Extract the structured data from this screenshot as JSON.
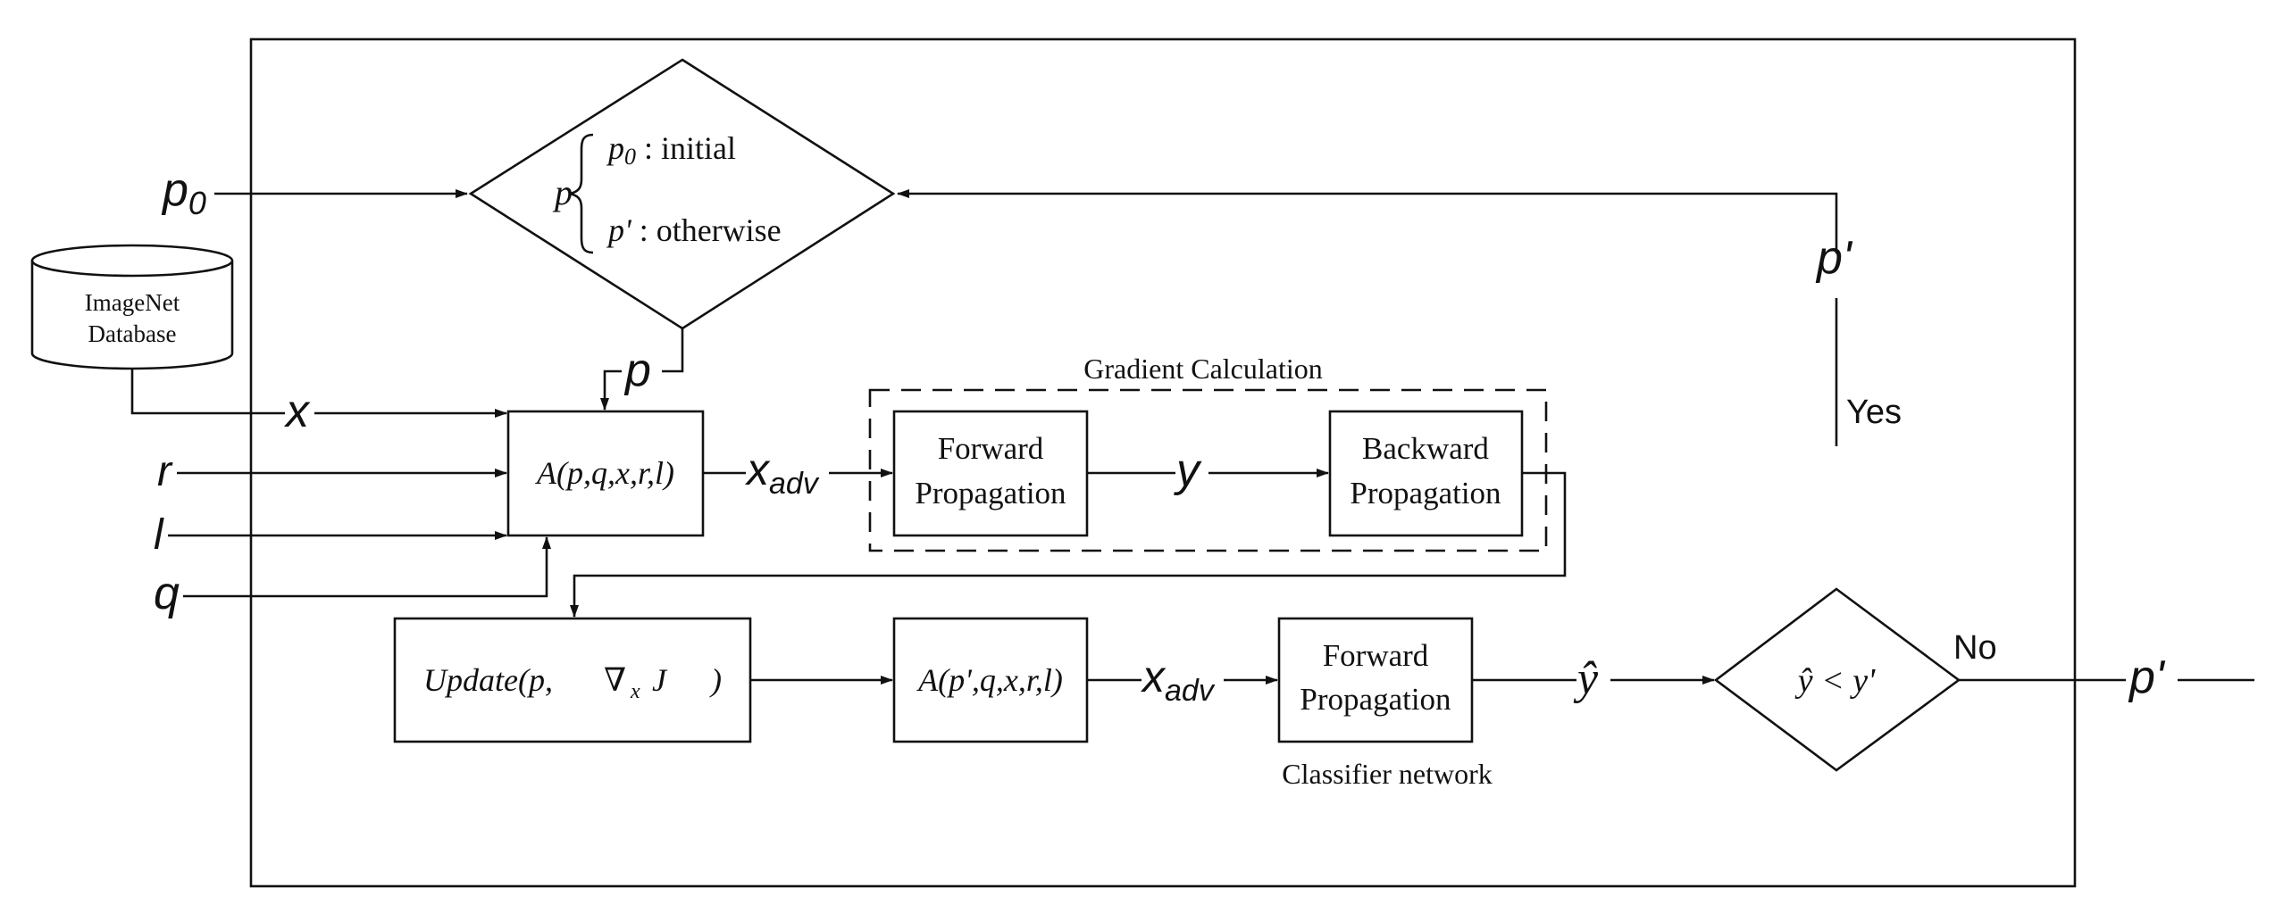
{
  "nodes": {
    "database": {
      "line1": "ImageNet",
      "line2": "Database"
    },
    "decision_p": {
      "p": "p",
      "cond1_var": "p",
      "cond1_sub": "0",
      "cond1_text": " : initial",
      "cond2_var": "p'",
      "cond2_text": " : otherwise"
    },
    "attack_1": "A(p,q,x,r,l)",
    "attack_2": "A(p',q,x,r,l)",
    "forward_1": {
      "line1": "Forward",
      "line2": "Propagation"
    },
    "backward": {
      "line1": "Backward",
      "line2": "Propagation"
    },
    "forward_2": {
      "line1": "Forward",
      "line2": "Propagation"
    },
    "update": {
      "prefix": "Update(p,",
      "nabla": "∇",
      "sub": "x",
      "j": "J",
      "suffix": ")"
    },
    "compare": "ŷ < y'"
  },
  "groups": {
    "gradient": "Gradient Calculation",
    "classifier": "Classifier network"
  },
  "labels": {
    "p0_var": "p",
    "p0_sub": "0",
    "p_into_attack": "p",
    "x": "x",
    "r": "r",
    "l": "l",
    "q": "q",
    "x_adv_1": "x",
    "x_adv_1_sub": "adv",
    "y": "y",
    "x_adv_2": "x",
    "x_adv_2_sub": "adv",
    "y_hat": "ŷ",
    "p_prime_loop": "p'",
    "yes": "Yes",
    "no": "No",
    "p_prime_out": "p'"
  }
}
